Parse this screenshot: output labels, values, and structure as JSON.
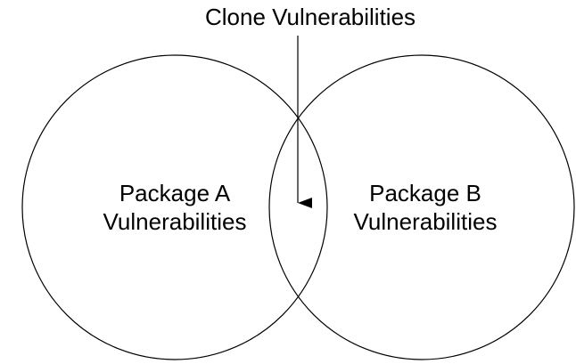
{
  "diagram": {
    "type": "venn",
    "overlap_label": "Clone Vulnerabilities",
    "left_set": {
      "line1": "Package A",
      "line2": "Vulnerabilities"
    },
    "right_set": {
      "line1": "Package B",
      "line2": "Vulnerabilities"
    },
    "colors": {
      "stroke": "#000000",
      "background": "#ffffff"
    }
  }
}
